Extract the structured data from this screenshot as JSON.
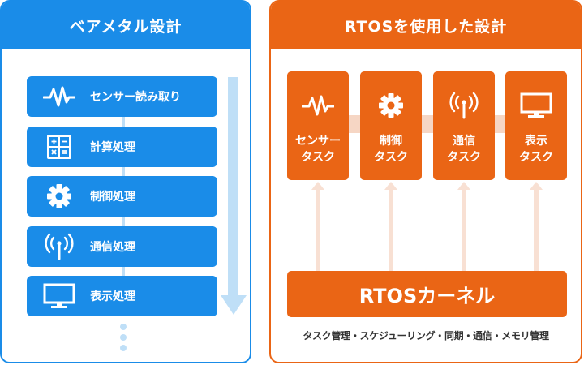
{
  "colors": {
    "blue": "#1a8ce8",
    "blue_light": "#bfdff7",
    "orange": "#ea6515",
    "orange_light": "#f6d6c4"
  },
  "bare_metal": {
    "title": "ベアメタル設計",
    "items": [
      {
        "icon": "waveform-icon",
        "label": "センサー読み取り"
      },
      {
        "icon": "calculator-icon",
        "label": "計算処理"
      },
      {
        "icon": "gear-icon",
        "label": "制御処理"
      },
      {
        "icon": "antenna-icon",
        "label": "通信処理"
      },
      {
        "icon": "monitor-icon",
        "label": "表示処理"
      }
    ]
  },
  "rtos": {
    "title": "RTOSを使用した設計",
    "tasks": [
      {
        "icon": "waveform-icon",
        "line1": "センサー",
        "line2": "タスク"
      },
      {
        "icon": "gear-icon",
        "line1": "制御",
        "line2": "タスク"
      },
      {
        "icon": "antenna-icon",
        "line1": "通信",
        "line2": "タスク"
      },
      {
        "icon": "monitor-icon",
        "line1": "表示",
        "line2": "タスク"
      }
    ],
    "kernel": "RTOSカーネル",
    "kernel_caption": "タスク管理・スケジューリング・同期・通信・メモリ管理"
  }
}
